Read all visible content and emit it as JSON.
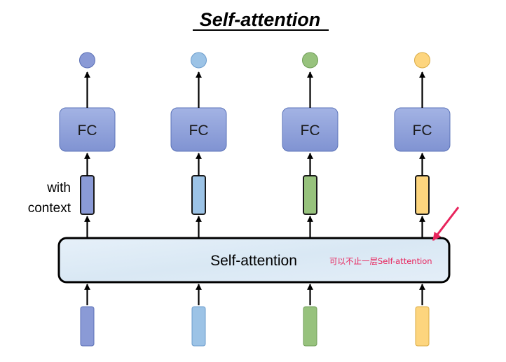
{
  "title": "Self-attention",
  "layer_label": "Self-attention",
  "fc_label": "FC",
  "context_label_line1": "with",
  "context_label_line2": "context",
  "annotation": "可以不止一层Self-attention",
  "colors": {
    "annotation": "#e8245c",
    "fc_fill": "#8ea2db",
    "fc_stroke": "#5b73b8",
    "layer_fill": "#ddeaf5",
    "columns": [
      "#8a9ad6",
      "#9cc3e6",
      "#97c27d",
      "#fdd57e"
    ],
    "column_strokes": [
      "#5a6fb5",
      "#6c9ccc",
      "#6f9d57",
      "#d9ab45"
    ]
  },
  "columns": [
    {
      "fc": "FC"
    },
    {
      "fc": "FC"
    },
    {
      "fc": "FC"
    },
    {
      "fc": "FC"
    }
  ]
}
